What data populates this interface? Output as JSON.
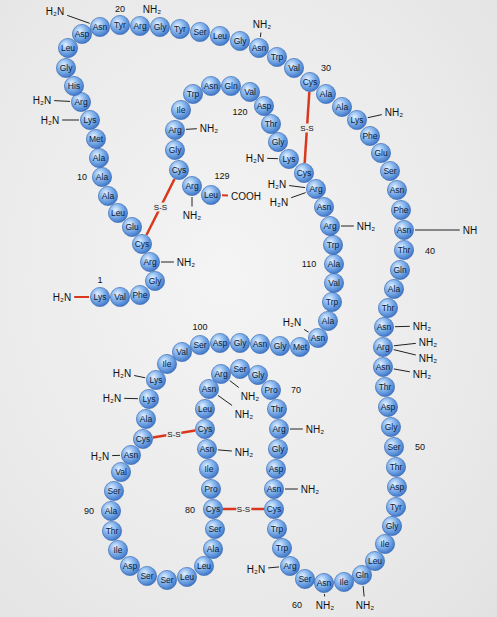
{
  "diagram": {
    "nodes": [
      {
        "text": [
          "Lys"
        ]
      },
      {
        "text": [
          "Val"
        ]
      },
      {
        "text": [
          "Phe"
        ]
      },
      {
        "text": [
          "Gly"
        ]
      },
      {
        "text": [
          "Arg"
        ]
      },
      {
        "text": [
          "Cys"
        ]
      },
      {
        "text": [
          "Glu"
        ]
      },
      {
        "text": [
          "Leu"
        ]
      },
      {
        "text": [
          "Ala"
        ]
      },
      {
        "text": [
          "Ala"
        ]
      },
      {
        "text": [
          "Ala"
        ]
      },
      {
        "text": [
          "Met"
        ]
      },
      {
        "text": [
          "Lys"
        ]
      },
      {
        "text": [
          "Arg"
        ]
      },
      {
        "text": [
          "His"
        ]
      },
      {
        "text": [
          "Gly"
        ]
      },
      {
        "text": [
          "Leu"
        ]
      },
      {
        "text": [
          "Asp"
        ]
      },
      {
        "text": [
          "Asn"
        ]
      },
      {
        "text": [
          "Tyr"
        ]
      },
      {
        "text": [
          "Arg"
        ]
      },
      {
        "text": [
          "Gly"
        ]
      },
      {
        "text": [
          "Tyr"
        ]
      },
      {
        "text": [
          "Ser"
        ]
      },
      {
        "text": [
          "Leu"
        ]
      },
      {
        "text": [
          "Gly"
        ]
      },
      {
        "text": [
          "Asn"
        ]
      },
      {
        "text": [
          "Trp"
        ]
      },
      {
        "text": [
          "Val"
        ]
      },
      {
        "text": [
          "Cys"
        ]
      },
      {
        "text": [
          "Ala"
        ]
      },
      {
        "text": [
          "Ala"
        ]
      },
      {
        "text": [
          "Lys"
        ]
      },
      {
        "text": [
          "Phe"
        ]
      },
      {
        "text": [
          "Glu"
        ]
      },
      {
        "text": [
          "Ser"
        ]
      },
      {
        "text": [
          "Asn"
        ]
      },
      {
        "text": [
          "Phe"
        ]
      },
      {
        "text": [
          "Asn"
        ]
      },
      {
        "text": [
          "Thr"
        ]
      },
      {
        "text": [
          "Gln"
        ]
      },
      {
        "text": [
          "Ala"
        ]
      },
      {
        "text": [
          "Thr"
        ]
      },
      {
        "text": [
          "Asn"
        ]
      },
      {
        "text": [
          "Arg"
        ]
      },
      {
        "text": [
          "Asn"
        ]
      },
      {
        "text": [
          "Thr"
        ]
      },
      {
        "text": [
          "Asp"
        ]
      },
      {
        "text": [
          "Gly"
        ]
      },
      {
        "text": [
          "Ser"
        ]
      },
      {
        "text": [
          "Thr"
        ]
      },
      {
        "text": [
          "Asp"
        ]
      },
      {
        "text": [
          "Tyr"
        ]
      },
      {
        "text": [
          "Gly"
        ]
      },
      {
        "text": [
          "Ile"
        ]
      },
      {
        "text": [
          "Leu"
        ]
      },
      {
        "text": [
          "Gln"
        ]
      },
      {
        "text": [
          "Ile"
        ]
      },
      {
        "text": [
          "Asn"
        ]
      },
      {
        "text": [
          "Ser"
        ]
      },
      {
        "text": [
          "Arg"
        ]
      },
      {
        "text": [
          "Trp"
        ]
      },
      {
        "text": [
          "Trp"
        ]
      },
      {
        "text": [
          "Cys"
        ]
      },
      {
        "text": [
          "Asn"
        ]
      },
      {
        "text": [
          "Asp"
        ]
      },
      {
        "text": [
          "Gly"
        ]
      },
      {
        "text": [
          "Arg"
        ]
      },
      {
        "text": [
          "Thr"
        ]
      },
      {
        "text": [
          "Pro"
        ]
      },
      {
        "text": [
          "Gly"
        ]
      },
      {
        "text": [
          "Ser"
        ]
      },
      {
        "text": [
          "Arg"
        ]
      },
      {
        "text": [
          "Asn"
        ]
      },
      {
        "text": [
          "Leu"
        ]
      },
      {
        "text": [
          "Cys"
        ]
      },
      {
        "text": [
          "Asn"
        ]
      },
      {
        "text": [
          "Ile"
        ]
      },
      {
        "text": [
          "Pro"
        ]
      },
      {
        "text": [
          "Cys"
        ]
      },
      {
        "text": [
          "Ser"
        ]
      },
      {
        "text": [
          "Ala"
        ]
      },
      {
        "text": [
          "Leu"
        ]
      },
      {
        "text": [
          "Leu"
        ]
      },
      {
        "text": [
          "Ser"
        ]
      },
      {
        "text": [
          "Ser"
        ]
      },
      {
        "text": [
          "Asp"
        ]
      },
      {
        "text": [
          "Ile"
        ]
      },
      {
        "text": [
          "Thr"
        ]
      },
      {
        "text": [
          "Ala"
        ]
      },
      {
        "text": [
          "Ser"
        ]
      },
      {
        "text": [
          "Val"
        ]
      },
      {
        "text": [
          "Asn"
        ]
      },
      {
        "text": [
          "Cys"
        ]
      },
      {
        "text": [
          "Ala"
        ]
      },
      {
        "text": [
          "Lys"
        ]
      },
      {
        "text": [
          "Lys"
        ]
      },
      {
        "text": [
          "Ile"
        ]
      },
      {
        "text": [
          "Val"
        ]
      },
      {
        "text": [
          "Ser"
        ]
      },
      {
        "text": [
          "Asp"
        ]
      },
      {
        "text": [
          "Gly"
        ]
      },
      {
        "text": [
          "Asn"
        ]
      },
      {
        "text": [
          "Gly"
        ]
      },
      {
        "text": [
          "Met"
        ]
      },
      {
        "text": [
          "Asn"
        ]
      },
      {
        "text": [
          "Ala"
        ]
      },
      {
        "text": [
          "Trp"
        ]
      },
      {
        "text": [
          "Val"
        ]
      },
      {
        "text": [
          "Ala"
        ]
      },
      {
        "text": [
          "Trp"
        ]
      },
      {
        "text": [
          "Arg"
        ]
      },
      {
        "text": [
          "Asn"
        ]
      },
      {
        "text": [
          "Arg"
        ]
      },
      {
        "text": [
          "Cys"
        ]
      },
      {
        "text": [
          "Lys"
        ]
      },
      {
        "text": [
          "Gly"
        ]
      },
      {
        "text": [
          "Thr"
        ]
      },
      {
        "text": [
          "Asp"
        ]
      },
      {
        "text": [
          "Val"
        ]
      },
      {
        "text": [
          "Gln"
        ]
      },
      {
        "text": [
          "Asn"
        ]
      },
      {
        "text": [
          "Trp"
        ]
      },
      {
        "text": [
          "Ile"
        ]
      },
      {
        "text": [
          "Arg"
        ]
      },
      {
        "text": [
          "Gly"
        ]
      },
      {
        "text": [
          "Cys"
        ]
      },
      {
        "text": [
          "Arg"
        ]
      },
      {
        "text": [
          "Leu"
        ]
      }
    ],
    "edges": [
      {
        "from": 5,
        "to": 126,
        "arrow": "none",
        "label": "S-S"
      },
      {
        "from": 29,
        "to": 114,
        "arrow": "none",
        "label": "S-S"
      },
      {
        "from": 63,
        "to": 79,
        "arrow": "none",
        "label": "S-S"
      },
      {
        "from": 75,
        "to": 93,
        "arrow": "none",
        "label": "S-S"
      }
    ],
    "labels": [
      "H₂N",
      "1",
      "10",
      "H₂N",
      "H₂N",
      "H₂N",
      "20",
      "NH₂",
      "NH₂",
      "30",
      "NH₂",
      "NH",
      "40",
      "NH₂",
      "NH₂",
      "NH₂",
      "NH₂",
      "50",
      "NH₂",
      "NH₂",
      "60",
      "H₂N",
      "NH₂",
      "NH₂",
      "70",
      "NH₂",
      "NH₂",
      "NH₂",
      "80",
      "90",
      "H₂N",
      "H₂N",
      "H₂N",
      "100",
      "H₂N",
      "110",
      "NH₂",
      "H₂N",
      "H₂N",
      "H₂N",
      "120",
      "NH₂",
      "129",
      "COOH",
      "NH₂",
      "NH₂"
    ]
  }
}
